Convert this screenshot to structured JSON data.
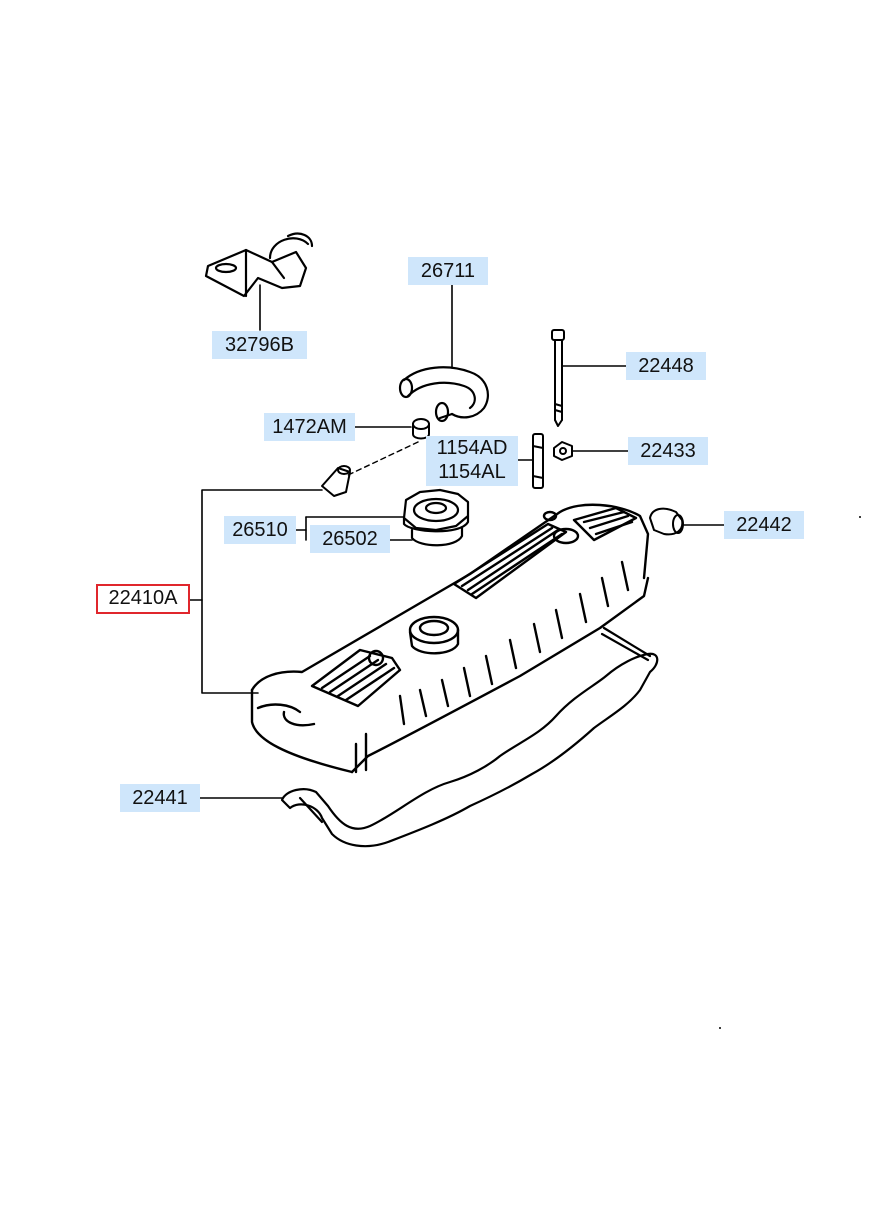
{
  "parts": {
    "p32796b": "32796B",
    "p26711": "26711",
    "p22448": "22448",
    "p1472am": "1472AM",
    "p1154ad": "1154AD",
    "p1154al": "1154AL",
    "p22433": "22433",
    "p22442": "22442",
    "p26510": "26510",
    "p26502": "26502",
    "p22410a": "22410A",
    "p22441": "22441"
  },
  "colors": {
    "label_bg": "#cfe6fb",
    "selected_border": "#e0262c",
    "line": "#000000"
  }
}
